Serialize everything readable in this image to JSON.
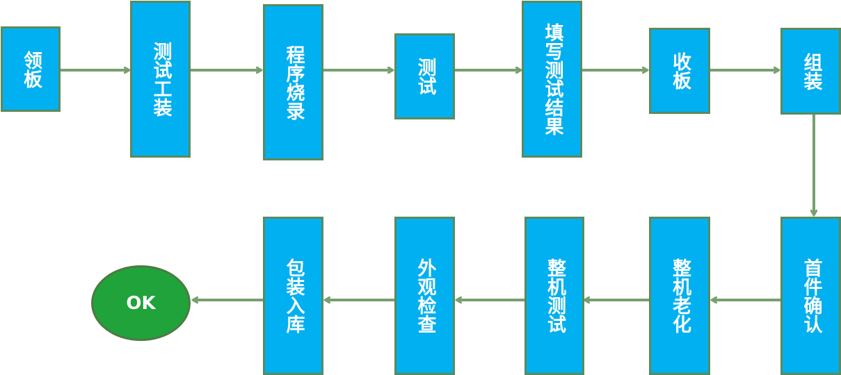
{
  "diagram": {
    "steps_row1": [
      {
        "id": "s1",
        "label": "领板"
      },
      {
        "id": "s2",
        "label": "测试工装"
      },
      {
        "id": "s3",
        "label": "程序烧录"
      },
      {
        "id": "s4",
        "label": "测试"
      },
      {
        "id": "s5",
        "label": "填写测试结果"
      },
      {
        "id": "s6",
        "label": "收板"
      },
      {
        "id": "s7",
        "label": "组装"
      }
    ],
    "steps_row2": [
      {
        "id": "s8",
        "label": "首件确认"
      },
      {
        "id": "s9",
        "label": "整机老化"
      },
      {
        "id": "s10",
        "label": "整机测试"
      },
      {
        "id": "s11",
        "label": "外观检查"
      },
      {
        "id": "s12",
        "label": "包装入库"
      }
    ],
    "end_node": {
      "label": "OK"
    },
    "colors": {
      "box_fill": "#00b0f0",
      "box_border": "#5b8a5c",
      "arrow": "#77a06f",
      "ok_fill": "#1fa33a",
      "text": "#ffffff"
    }
  }
}
